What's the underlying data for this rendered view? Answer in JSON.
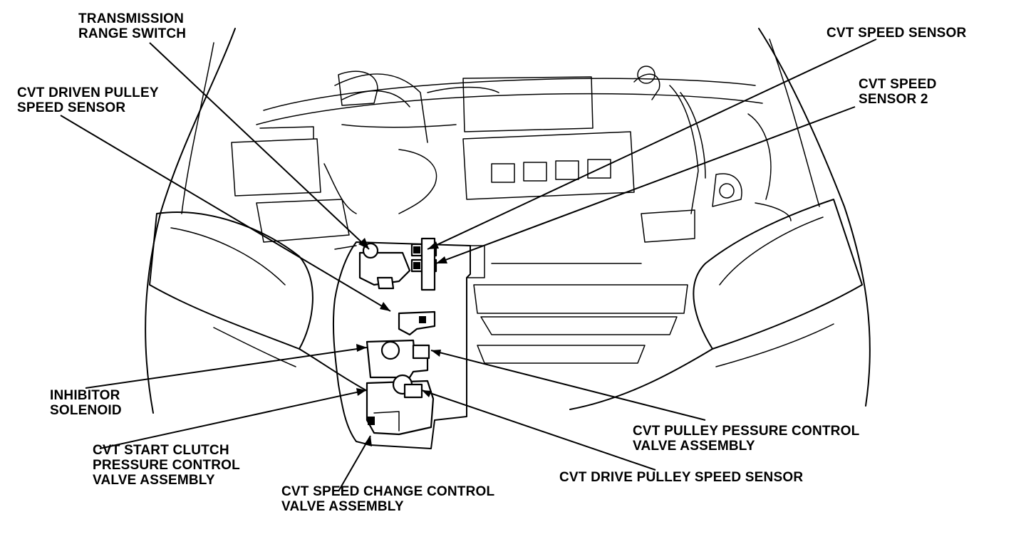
{
  "labels": {
    "transmission_range_switch": [
      "TRANSMISSION",
      "RANGE SWITCH"
    ],
    "cvt_driven_pulley_speed_sensor": [
      "CVT DRIVEN PULLEY",
      "SPEED SENSOR"
    ],
    "cvt_speed_sensor": [
      "CVT SPEED SENSOR"
    ],
    "cvt_speed_sensor_2": [
      "CVT SPEED",
      "SENSOR 2"
    ],
    "inhibitor_solenoid": [
      "INHIBITOR",
      "SOLENOID"
    ],
    "cvt_start_clutch_pcv": [
      "CVT START CLUTCH",
      "PRESSURE CONTROL",
      "VALVE ASSEMBLY"
    ],
    "cvt_speed_change_cv": [
      "CVT SPEED CHANGE CONTROL",
      "VALVE ASSEMBLY"
    ],
    "cvt_pulley_pressure_cv": [
      "CVT PULLEY PESSURE CONTROL",
      "VALVE ASSEMBLY"
    ],
    "cvt_drive_pulley_speed_sensor": [
      "CVT DRIVE PULLEY SPEED SENSOR"
    ]
  }
}
